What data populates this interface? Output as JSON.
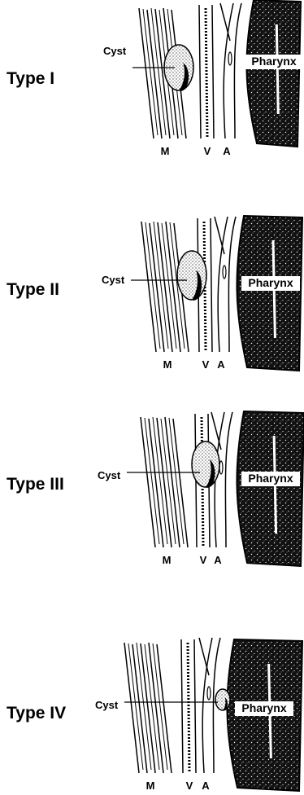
{
  "panels": [
    {
      "type_label": "Type I",
      "cyst_label": "Cyst",
      "pharynx_label": "Pharynx",
      "muscle_label": "M",
      "vein_label": "V",
      "artery_label": "A"
    },
    {
      "type_label": "Type II",
      "cyst_label": "Cyst",
      "pharynx_label": "Pharynx",
      "muscle_label": "M",
      "vein_label": "V",
      "artery_label": "A"
    },
    {
      "type_label": "Type III",
      "cyst_label": "Cyst",
      "pharynx_label": "Pharynx",
      "muscle_label": "M",
      "vein_label": "V",
      "artery_label": "A"
    },
    {
      "type_label": "Type IV",
      "cyst_label": "Cyst",
      "pharynx_label": "Pharynx",
      "muscle_label": "M",
      "vein_label": "V",
      "artery_label": "A"
    }
  ]
}
